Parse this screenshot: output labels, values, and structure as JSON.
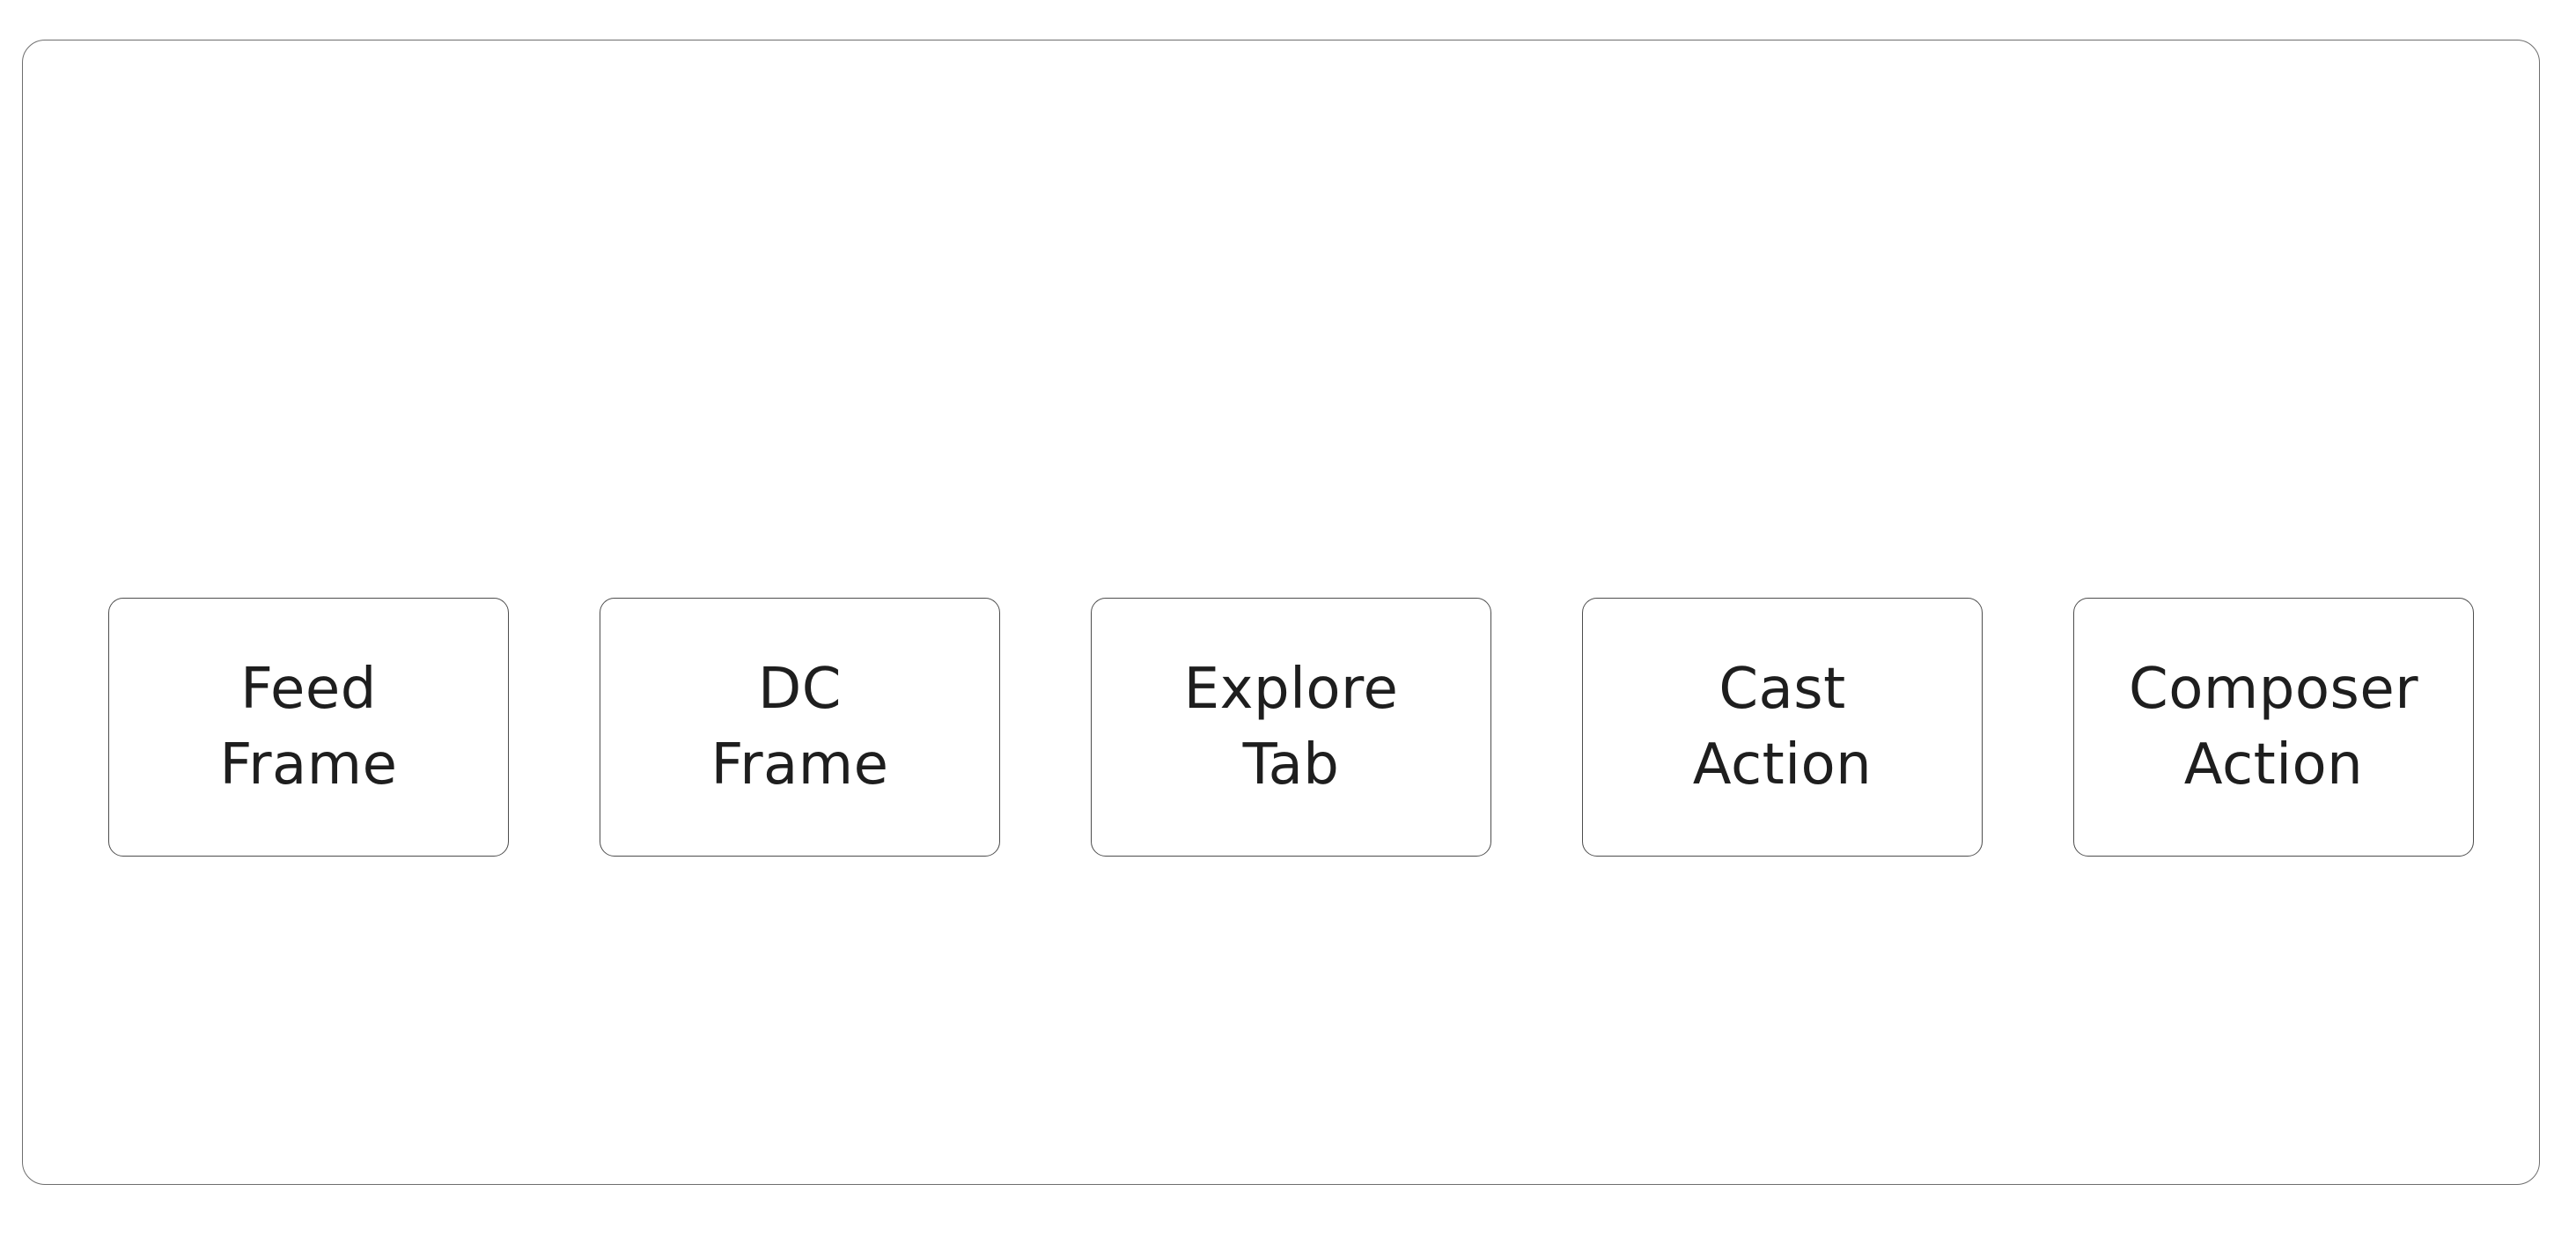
{
  "style": {
    "background": "#ffffff",
    "frame_border_color": "#6e6e6e",
    "node_border_color": "#4d4d4d",
    "node_fill": "#ffffff",
    "label_color": "#1e1e1e"
  },
  "diagram": {
    "type": "flow-diagram",
    "frame": {
      "shape": "rounded-rectangle"
    },
    "nodes": [
      {
        "label": "Feed\nFrame"
      },
      {
        "label": "DC\nFrame"
      },
      {
        "label": "Explore\nTab"
      },
      {
        "label": "Cast\nAction"
      },
      {
        "label": "Composer\nAction"
      }
    ]
  }
}
